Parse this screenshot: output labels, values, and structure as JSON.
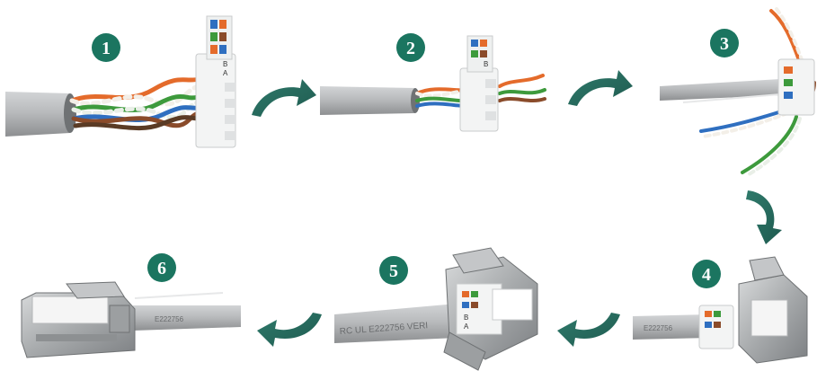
{
  "colors": {
    "badge": "#1b7560",
    "arrow": "#2e6f63",
    "cable_jacket": "#b7b9bb",
    "cable_shade": "#8f9193",
    "wire_orange": "#e46b2b",
    "wire_green": "#3d9a3c",
    "wire_blue": "#2f6fc0",
    "wire_brown": "#8a4b2a",
    "module_white": "#f3f4f4",
    "shield_metal": "#a9acae"
  },
  "steps": [
    {
      "number": "1",
      "icon": "cable-with-twisted-pairs-and-keystone-jack"
    },
    {
      "number": "2",
      "icon": "cable-pressed-into-keystone-jack"
    },
    {
      "number": "3",
      "icon": "wires-seated-in-jack-slots"
    },
    {
      "number": "4",
      "icon": "jack-and-open-shield-housing"
    },
    {
      "number": "5",
      "icon": "jack-inserted-into-shield-housing"
    },
    {
      "number": "6",
      "icon": "closed-shielded-keystone-jack"
    }
  ],
  "jack_labels": {
    "b": "B",
    "a": "A"
  },
  "cable_print": {
    "step4": "E222756",
    "step5": "RC UL E222756 VERI",
    "step6": "E222756"
  }
}
